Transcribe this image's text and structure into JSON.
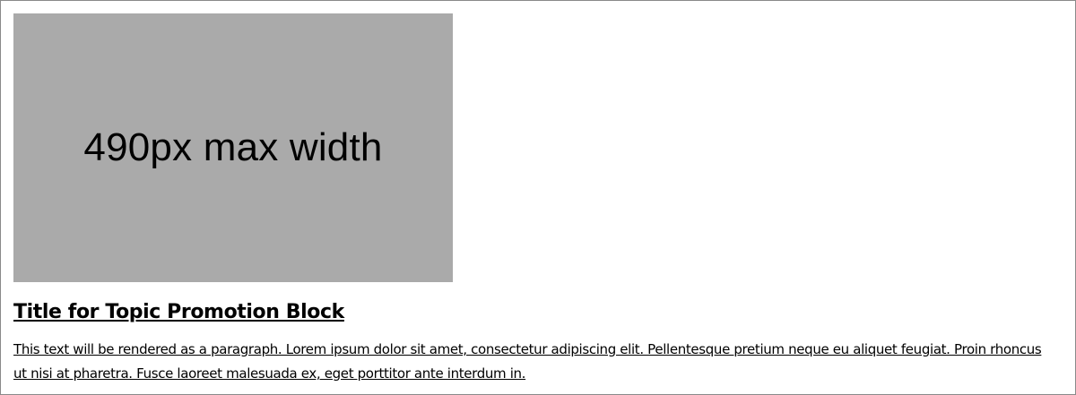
{
  "promotion_block": {
    "image_label": "490px max width",
    "title": "Title for Topic Promotion Block",
    "paragraph": "This text will be rendered as a paragraph. Lorem ipsum dolor sit amet, consectetur adipiscing elit. Pellentesque pretium neque eu aliquet feugiat. Proin rhoncus ut nisi at pharetra. Fusce laoreet malesuada ex, eget porttitor ante interdum in."
  },
  "colors": {
    "placeholder_gray": "#aaaaaa",
    "text": "#000000",
    "frame_border": "#8a8a8a"
  }
}
